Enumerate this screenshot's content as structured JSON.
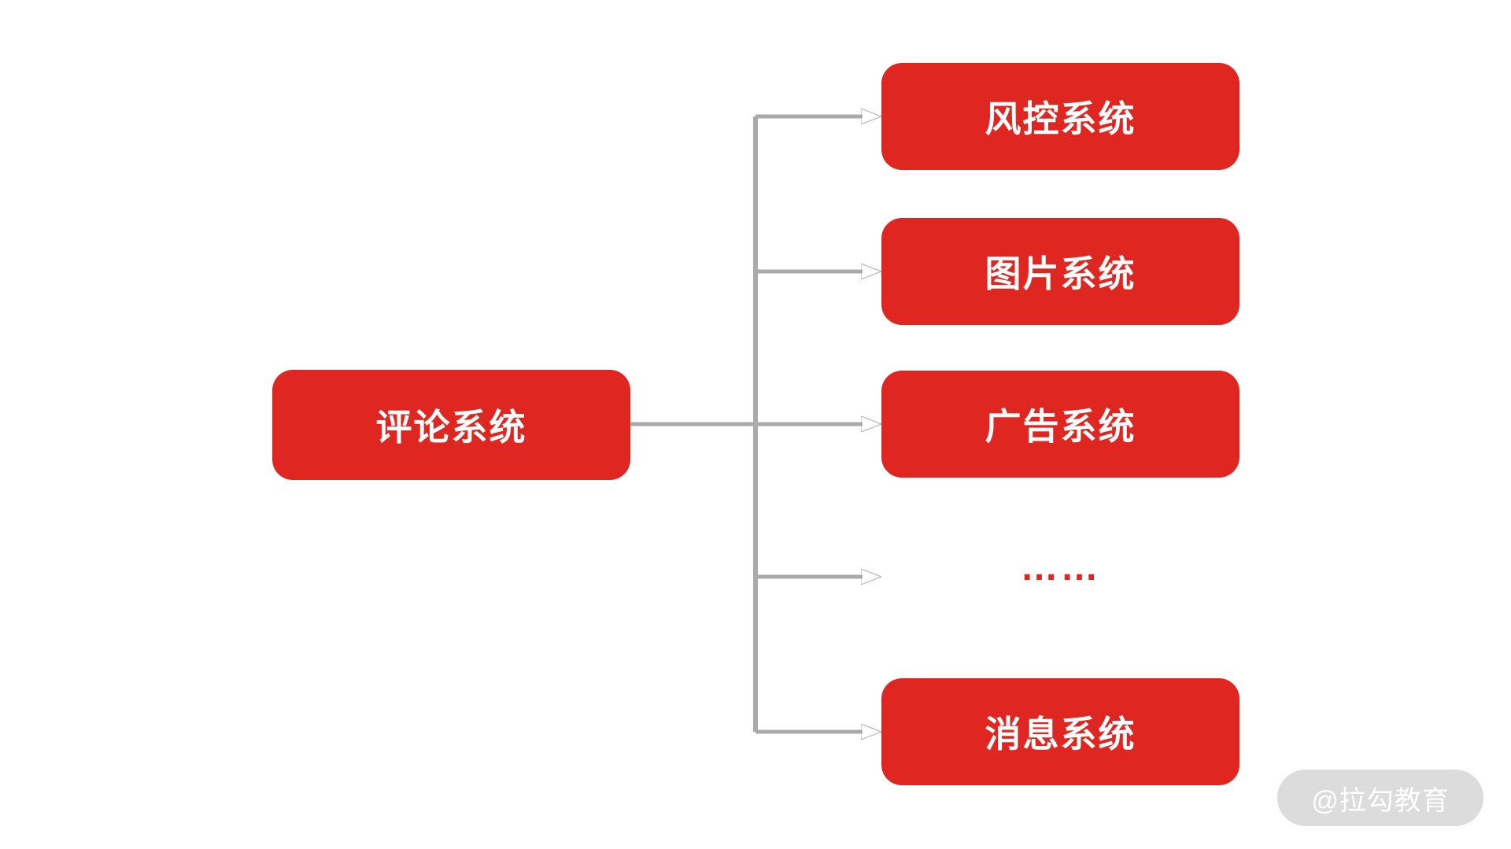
{
  "diagram": {
    "root": {
      "label": "评论系统"
    },
    "targets": [
      {
        "label": "风控系统"
      },
      {
        "label": "图片系统"
      },
      {
        "label": "广告系统"
      },
      {
        "label": "……"
      },
      {
        "label": "消息系统"
      }
    ]
  },
  "watermark": {
    "label": "@拉勾教育"
  },
  "colors": {
    "node_fill": "#E02621",
    "node_text": "#FFFFFF",
    "connector": "#AAAAAC",
    "ellipsis_text": "#E02621",
    "watermark_bg": "#DCDCDC",
    "watermark_text": "#FFFFFF",
    "background": "#FFFFFF"
  }
}
